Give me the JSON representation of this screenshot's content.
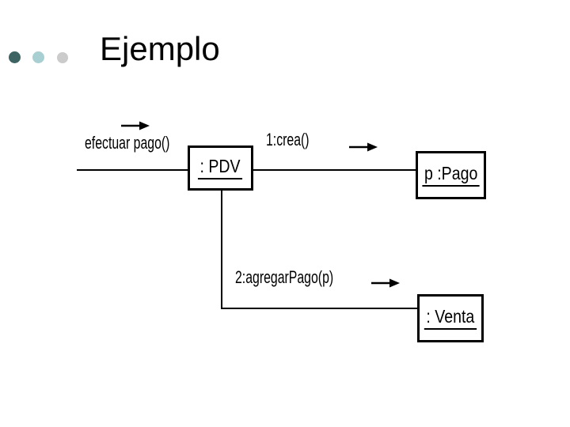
{
  "slide": {
    "title": "Ejemplo",
    "title_color": "#000000",
    "background": "#ffffff",
    "bullets": [
      {
        "name": "bullet-dark-teal",
        "color": "#3d6363"
      },
      {
        "name": "bullet-light-teal",
        "color": "#a8cfd1"
      },
      {
        "name": "bullet-light-gray",
        "color": "#cbcbcb"
      }
    ]
  },
  "diagram": {
    "type": "uml-communication-diagram",
    "line_color": "#000000",
    "icons": {
      "message_arrow": "arrow-right-icon"
    },
    "objects": [
      {
        "label": ": PDV"
      },
      {
        "label": "p :Pago"
      },
      {
        "label": ": Venta"
      }
    ],
    "messages": [
      {
        "label": "efectuar pago()"
      },
      {
        "label": "1:crea()"
      },
      {
        "label": "2:agregarPago(p)"
      }
    ]
  }
}
